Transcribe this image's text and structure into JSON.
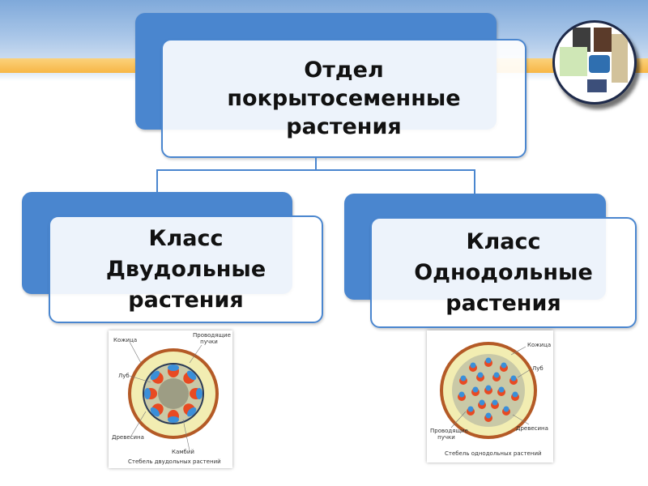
{
  "root": {
    "line1": "Отдел",
    "line2": "покрытосеменные",
    "line3": "растения"
  },
  "left_class": {
    "line1": "Класс",
    "line2": "Двудольные",
    "line3": "растения"
  },
  "right_class": {
    "line1": "Класс",
    "line2": "Однодольные",
    "line3": "растения"
  },
  "dicot_figure": {
    "caption": "Стебель двудольных растений",
    "labels": {
      "bundles": "Проводящие пучки",
      "skin": "Кожица",
      "phloem": "Луб",
      "wood": "Древесина",
      "cambium": "Камбий"
    }
  },
  "monocot_figure": {
    "caption": "Стебель однодольных растений",
    "labels": {
      "skin": "Кожица",
      "phloem": "Луб",
      "bundles": "Проводящие пучки",
      "wood": "Древесина"
    }
  },
  "colors": {
    "accent_blue": "#4a86cf",
    "stripe_orange": "#f7b645",
    "header_blue": "#7fa9da"
  }
}
